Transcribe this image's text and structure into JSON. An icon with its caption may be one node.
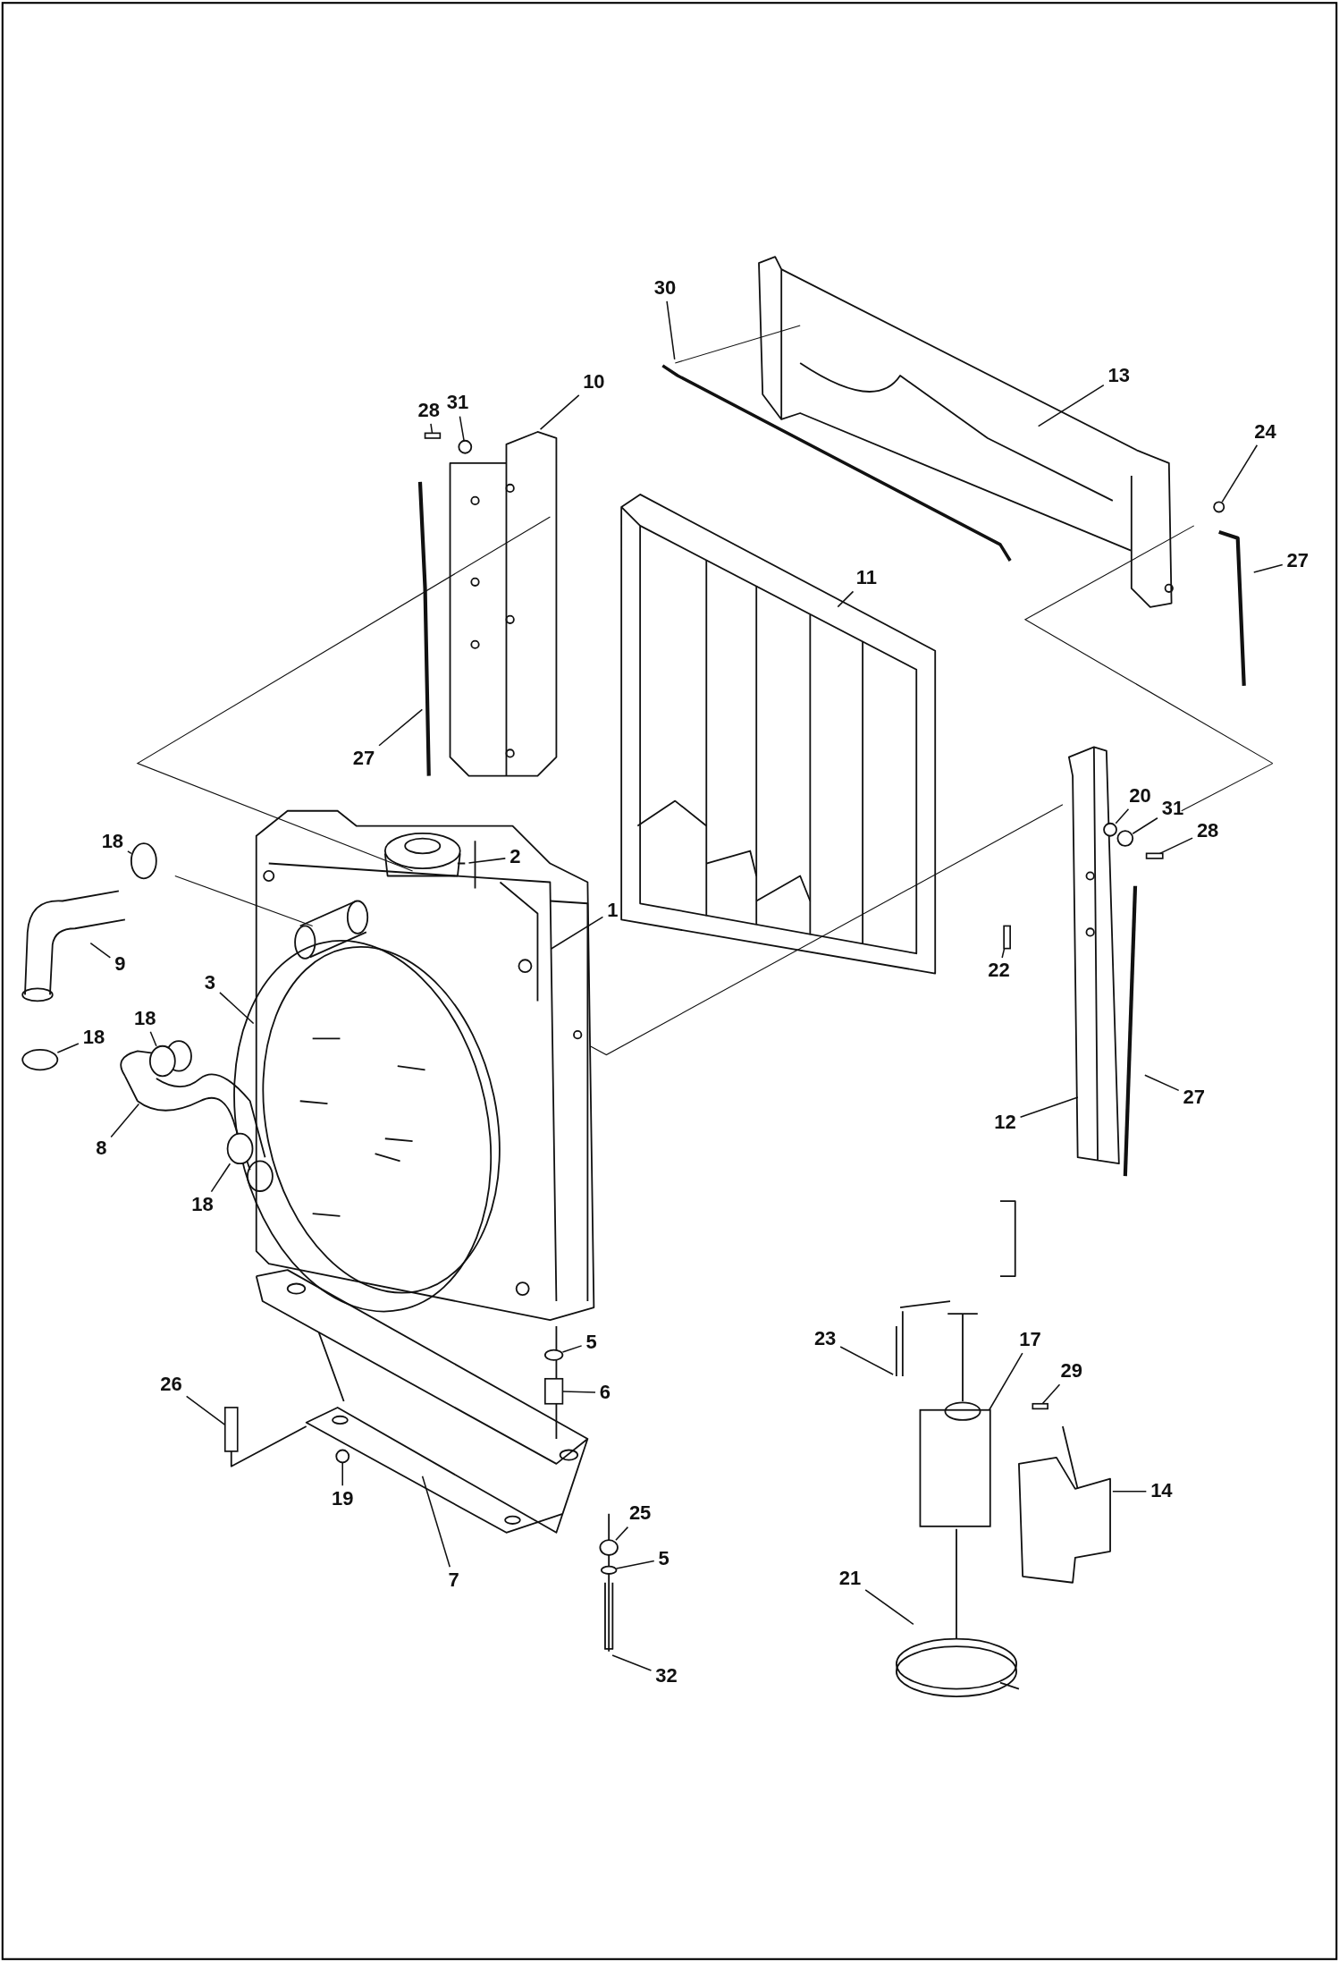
{
  "diagram": {
    "nodes": [
      {
        "text": [
          "30"
        ]
      },
      {
        "text": [
          "10"
        ]
      },
      {
        "text": [
          "13"
        ]
      },
      {
        "text": [
          "28"
        ]
      },
      {
        "text": [
          "31"
        ]
      },
      {
        "text": [
          "24"
        ]
      },
      {
        "text": [
          "27"
        ]
      },
      {
        "text": [
          "11"
        ]
      },
      {
        "text": [
          "27"
        ]
      },
      {
        "text": [
          "20"
        ]
      },
      {
        "text": [
          "31"
        ]
      },
      {
        "text": [
          "28"
        ]
      },
      {
        "text": [
          "18"
        ]
      },
      {
        "text": [
          "2"
        ]
      },
      {
        "text": [
          "1"
        ]
      },
      {
        "text": [
          "9"
        ]
      },
      {
        "text": [
          "22"
        ]
      },
      {
        "text": [
          "3"
        ]
      },
      {
        "text": [
          "18"
        ]
      },
      {
        "text": [
          "18"
        ]
      },
      {
        "text": [
          "27"
        ]
      },
      {
        "text": [
          "12"
        ]
      },
      {
        "text": [
          "8"
        ]
      },
      {
        "text": [
          "18"
        ]
      },
      {
        "text": [
          "5"
        ]
      },
      {
        "text": [
          "23"
        ]
      },
      {
        "text": [
          "17"
        ]
      },
      {
        "text": [
          "29"
        ]
      },
      {
        "text": [
          "6"
        ]
      },
      {
        "text": [
          "26"
        ]
      },
      {
        "text": [
          "14"
        ]
      },
      {
        "text": [
          "19"
        ]
      },
      {
        "text": [
          "25"
        ]
      },
      {
        "text": [
          "5"
        ]
      },
      {
        "text": [
          "21"
        ]
      },
      {
        "text": [
          "7"
        ]
      },
      {
        "text": [
          "32"
        ]
      },
      {
        "text": [],
        "shape": "bar"
      },
      {
        "text": [],
        "shape": "circle"
      },
      {
        "text": [],
        "shape": "circle"
      },
      {
        "text": [],
        "shape": "circle"
      },
      {
        "text": [],
        "shape": "circle"
      },
      {
        "text": [],
        "shape": "bar"
      },
      {
        "text": [],
        "shape": "circle"
      },
      {
        "text": [],
        "shape": "bar"
      },
      {
        "text": [],
        "shape": "circle"
      },
      {
        "text": [],
        "shape": "circle"
      },
      {
        "text": [],
        "shape": "circle"
      },
      {
        "text": [],
        "shape": "circle"
      },
      {
        "text": [],
        "shape": "bar"
      },
      {
        "text": [],
        "shape": "bar"
      },
      {
        "text": [],
        "shape": "bar"
      },
      {
        "text": [],
        "shape": "circle"
      },
      {
        "text": [],
        "shape": "circle"
      },
      {
        "text": [],
        "shape": "circle"
      },
      {
        "text": [],
        "shape": "box"
      }
    ],
    "edges": [
      {
        "from": 0,
        "to": null,
        "arrow": "none"
      },
      {
        "from": 1,
        "to": null,
        "arrow": "none"
      },
      {
        "from": 2,
        "to": null,
        "arrow": "none"
      },
      {
        "from": 3,
        "to": 37,
        "arrow": "none"
      },
      {
        "from": 4,
        "to": 38,
        "arrow": "none"
      },
      {
        "from": 5,
        "to": 39,
        "arrow": "none"
      },
      {
        "from": 6,
        "to": null,
        "arrow": "none"
      },
      {
        "from": 7,
        "to": null,
        "arrow": "none"
      },
      {
        "from": 8,
        "to": null,
        "arrow": "none"
      },
      {
        "from": 9,
        "to": 40,
        "arrow": "none"
      },
      {
        "from": 10,
        "to": 41,
        "arrow": "none"
      },
      {
        "from": 11,
        "to": 42,
        "arrow": "none"
      },
      {
        "from": 12,
        "to": 43,
        "arrow": "none"
      },
      {
        "from": 13,
        "to": null,
        "arrow": "none"
      },
      {
        "from": 14,
        "to": null,
        "arrow": "none"
      },
      {
        "from": 15,
        "to": null,
        "arrow": "none"
      },
      {
        "from": 16,
        "to": 44,
        "arrow": "none"
      },
      {
        "from": 17,
        "to": null,
        "arrow": "none"
      },
      {
        "from": 18,
        "to": 45,
        "arrow": "none"
      },
      {
        "from": 19,
        "to": 46,
        "arrow": "none"
      },
      {
        "from": 20,
        "to": null,
        "arrow": "none"
      },
      {
        "from": 21,
        "to": null,
        "arrow": "none"
      },
      {
        "from": 22,
        "to": null,
        "arrow": "none"
      },
      {
        "from": 23,
        "to": 47,
        "arrow": "none"
      },
      {
        "from": 24,
        "to": 48,
        "arrow": "none"
      },
      {
        "from": 25,
        "to": null,
        "arrow": "none"
      },
      {
        "from": 26,
        "to": 55,
        "arrow": "none"
      },
      {
        "from": 27,
        "to": 51,
        "arrow": "none"
      },
      {
        "from": 28,
        "to": 49,
        "arrow": "none"
      },
      {
        "from": 29,
        "to": 50,
        "arrow": "none"
      },
      {
        "from": 30,
        "to": null,
        "arrow": "none"
      },
      {
        "from": 31,
        "to": 52,
        "arrow": "none"
      },
      {
        "from": 32,
        "to": 53,
        "arrow": "none"
      },
      {
        "from": 33,
        "to": 54,
        "arrow": "none"
      },
      {
        "from": 34,
        "to": null,
        "arrow": "none"
      },
      {
        "from": 35,
        "to": null,
        "arrow": "none"
      },
      {
        "from": 36,
        "to": null,
        "arrow": "none"
      }
    ]
  }
}
